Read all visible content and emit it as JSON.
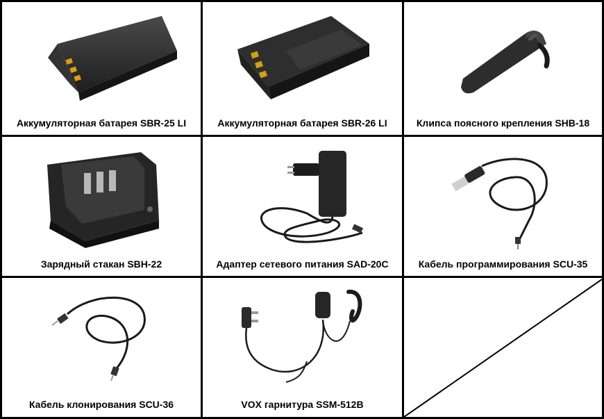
{
  "products": [
    {
      "name": "Аккумуляторная батарея SBR-25 LI",
      "icon": "battery-icon"
    },
    {
      "name": "Аккумуляторная батарея SBR-26 LI",
      "icon": "battery-large-icon"
    },
    {
      "name": "Клипса поясного крепления SHB-18",
      "icon": "belt-clip-icon"
    },
    {
      "name": "Зарядный стакан SBH-22",
      "icon": "charger-icon"
    },
    {
      "name": "Адаптер сетевого питания SAD-20C",
      "icon": "power-adapter-icon"
    },
    {
      "name": "Кабель программирования SCU-35",
      "icon": "usb-cable-icon"
    },
    {
      "name": "Кабель клонирования SCU-36",
      "icon": "clone-cable-icon"
    },
    {
      "name": "VOX гарнитура SSM-512B",
      "icon": "headset-icon"
    }
  ],
  "colors": {
    "border": "#000000",
    "device": "#2b2b2b",
    "contact": "#d4a017"
  }
}
